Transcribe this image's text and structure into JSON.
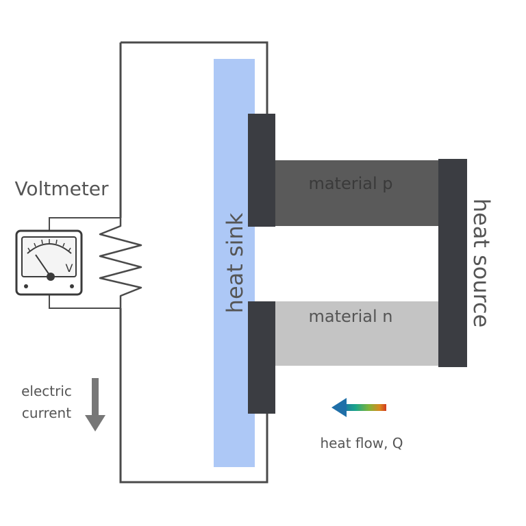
{
  "labels": {
    "voltmeter": "Voltmeter",
    "voltmeter_unit": "V",
    "heat_sink": "heat sink",
    "heat_source": "heat source",
    "material_p": "material p",
    "material_n": "material n",
    "electric_line1": "electric",
    "electric_line2": "current",
    "heat_flow": "heat flow, Q"
  },
  "colors": {
    "wire": "#4a4a4a",
    "heat_sink": "#9fbef5",
    "electrode": "#3b3d42",
    "material_p": "#5a5a5a",
    "material_n": "#c4c4c4",
    "text": "#555555",
    "arrow_gray": "#777777"
  }
}
